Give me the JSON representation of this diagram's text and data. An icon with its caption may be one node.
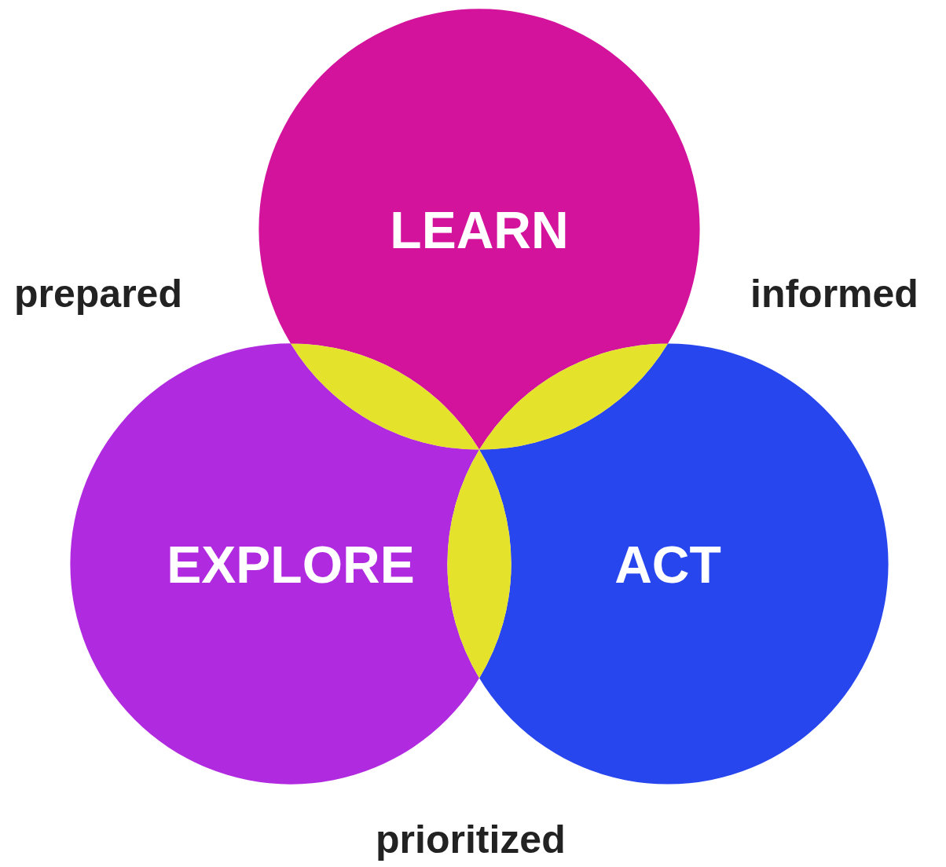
{
  "diagram": {
    "nodes": [
      {
        "text": [
          "LEARN"
        ]
      },
      {
        "text": [
          "EXPLORE"
        ]
      },
      {
        "text": [
          "ACT"
        ]
      },
      {
        "text": [],
        "shape": "lens"
      },
      {
        "text": [],
        "shape": "lens"
      },
      {
        "text": [],
        "shape": "lens"
      }
    ],
    "labels": [
      "prepared",
      "informed",
      "prioritized"
    ]
  }
}
